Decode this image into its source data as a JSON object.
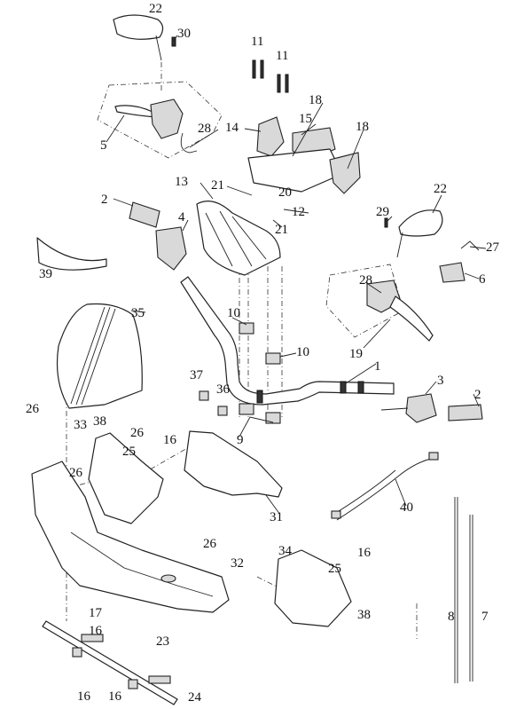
{
  "diagram": {
    "title": "Handlebar and front fairing exploded parts diagram",
    "callouts": [
      "22",
      "30",
      "11",
      "11",
      "18",
      "14",
      "15",
      "18",
      "28",
      "5",
      "21",
      "20",
      "13",
      "12",
      "21",
      "2",
      "4",
      "22",
      "29",
      "27",
      "6",
      "39",
      "28",
      "19",
      "35",
      "10",
      "10",
      "1",
      "3",
      "2",
      "37",
      "36",
      "26",
      "26",
      "38",
      "33",
      "25",
      "16",
      "9",
      "26",
      "31",
      "40",
      "26",
      "32",
      "34",
      "25",
      "16",
      "38",
      "17",
      "16",
      "23",
      "8",
      "7",
      "16",
      "16",
      "24"
    ]
  }
}
